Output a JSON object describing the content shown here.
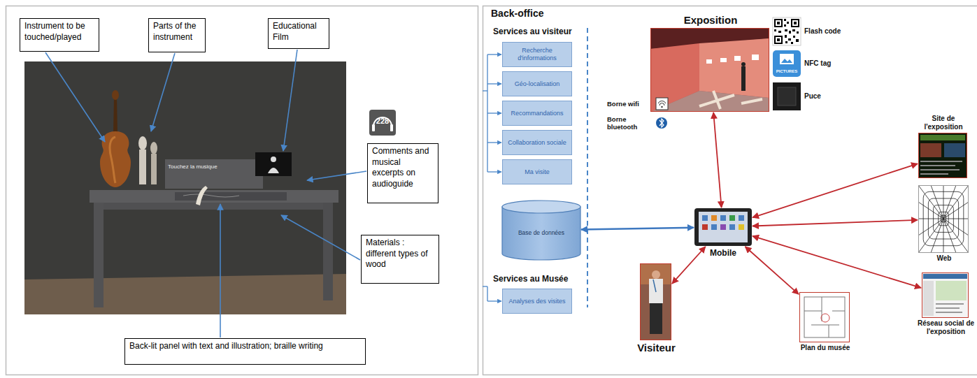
{
  "diagram": {
    "nodes": [
      {
        "text": [
          "Instrument to be touched/played"
        ]
      },
      {
        "text": [
          "Parts of the instrument"
        ]
      },
      {
        "text": [
          "Educational Film"
        ]
      },
      {
        "text": [
          "Comments and musical excerpts on audioguide"
        ]
      },
      {
        "text": [
          "Materials : different types of wood"
        ]
      },
      {
        "text": [
          "Back-lit panel with text and illustration; braille writing"
        ]
      },
      {
        "text": [
          "Recherche d'informations"
        ]
      },
      {
        "text": [
          "Géo-localisation"
        ]
      },
      {
        "text": [
          "Recommandations"
        ]
      },
      {
        "text": [
          "Collaboration sociale"
        ]
      },
      {
        "text": [
          "Ma visite"
        ]
      },
      {
        "text": [
          "Base de données"
        ]
      },
      {
        "text": [
          "Analyses des visites"
        ]
      },
      {
        "text": [
          "Exposition"
        ]
      },
      {
        "text": [
          "Mobile"
        ]
      },
      {
        "text": [
          "Visiteur"
        ]
      },
      {
        "text": [
          "Plan du musée"
        ]
      },
      {
        "text": [
          "Site de l'exposition"
        ]
      },
      {
        "text": [
          "Web"
        ]
      },
      {
        "text": [
          "Réseau social de l'exposition"
        ]
      }
    ],
    "edges": [
      {
        "from": 13,
        "to": 14,
        "arrow": "both"
      },
      {
        "from": 11,
        "to": 14,
        "arrow": "both"
      },
      {
        "from": 14,
        "to": 15,
        "arrow": "both"
      },
      {
        "from": 14,
        "to": 16,
        "arrow": "both"
      },
      {
        "from": 14,
        "to": 17,
        "arrow": "both"
      },
      {
        "from": 14,
        "to": 18,
        "arrow": "both"
      },
      {
        "from": 14,
        "to": 19,
        "arrow": "both"
      }
    ],
    "labels": [
      "228",
      "Touchez la musique",
      "Back-office",
      "Services au visiteur",
      "Services au Musée",
      "Flash code",
      "NFC tag",
      "PICTURES",
      "Puce",
      "Borne wifi",
      "Borne bluetooth"
    ]
  }
}
